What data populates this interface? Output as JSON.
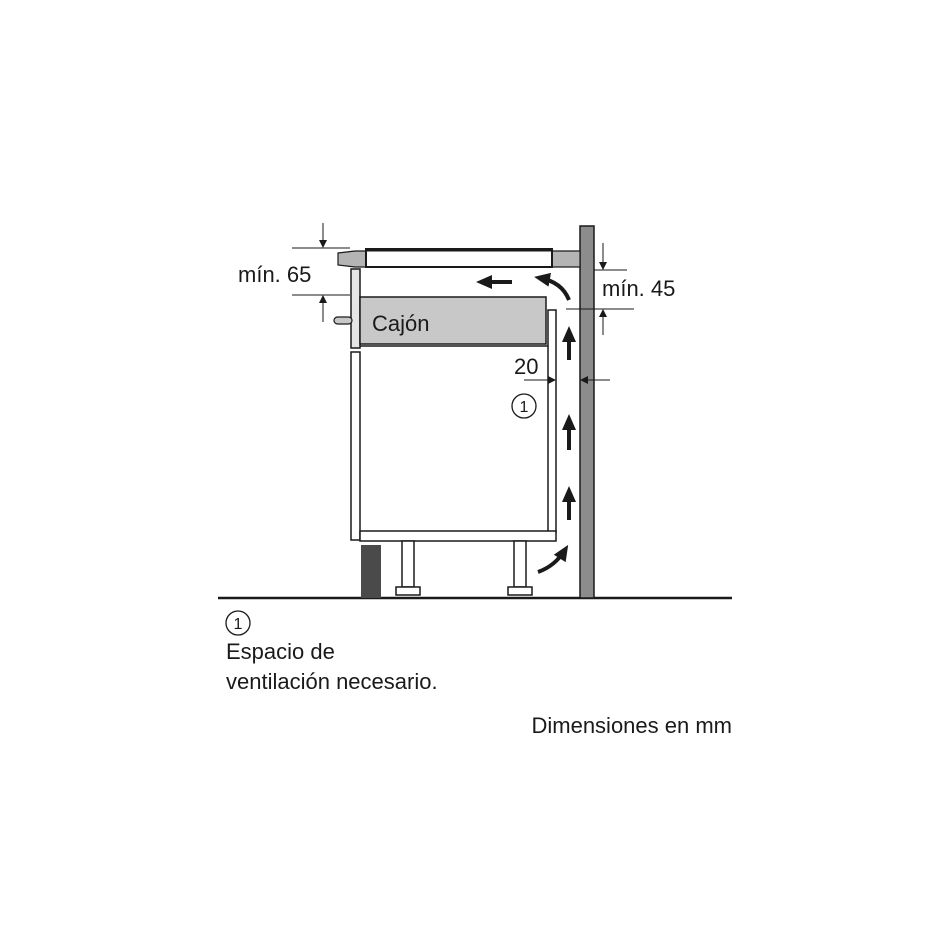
{
  "labels": {
    "min_65": "mín. 65",
    "min_45": "mín. 45",
    "drawer": "Cajón",
    "gap_20": "20",
    "callout_marker": "1"
  },
  "legend": {
    "marker": "1",
    "line1": "Espacio de",
    "line2": "ventilación necesario."
  },
  "footer": {
    "units": "Dimensiones en mm"
  },
  "colors": {
    "wall": "#8c8c8c",
    "drawer_fill": "#c8c8c8",
    "plinth": "#4a4a4a",
    "line": "#1a1a1a",
    "worktop": "#b4b4b4"
  }
}
